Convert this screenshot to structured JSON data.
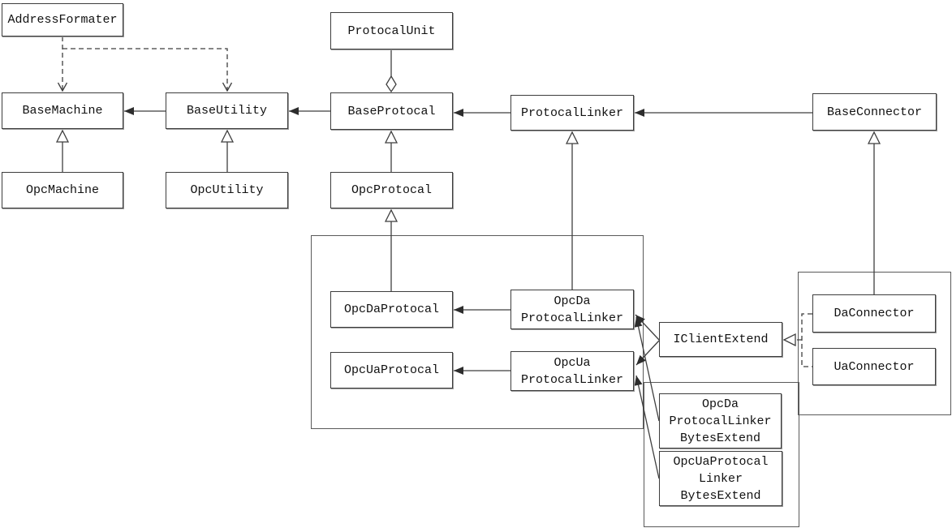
{
  "diagram": {
    "kind": "uml-class-diagram",
    "colors": {
      "background": "#ffffff",
      "box_border": "#3d3d3d",
      "box_shadow": "#9a9a9a",
      "line": "#3f3f3f",
      "text": "#111111"
    },
    "nodes": {
      "address_formater": {
        "label": "AddressFormater"
      },
      "protocal_unit": {
        "label": "ProtocalUnit"
      },
      "base_machine": {
        "label": "BaseMachine"
      },
      "base_utility": {
        "label": "BaseUtility"
      },
      "base_protocal": {
        "label": "BaseProtocal"
      },
      "protocal_linker": {
        "label": "ProtocalLinker"
      },
      "base_connector": {
        "label": "BaseConnector"
      },
      "opc_machine": {
        "label": "OpcMachine"
      },
      "opc_utility": {
        "label": "OpcUtility"
      },
      "opc_protocal": {
        "label": "OpcProtocal"
      },
      "opc_da_protocal": {
        "label": "OpcDaProtocal"
      },
      "opc_da_protocal_linker": {
        "label": "OpcDa\nProtocalLinker"
      },
      "opc_ua_protocal": {
        "label": "OpcUaProtocal"
      },
      "opc_ua_protocal_linker": {
        "label": "OpcUa\nProtocalLinker"
      },
      "i_client_extend": {
        "label": "IClientExtend"
      },
      "da_connector": {
        "label": "DaConnector"
      },
      "ua_connector": {
        "label": "UaConnector"
      },
      "opc_da_protocal_linker_bytes_extend": {
        "label": "OpcDa\nProtocalLinker\nBytesExtend"
      },
      "opc_ua_protocal_linker_bytes_extend": {
        "label": "OpcUaProtocal\nLinker\nBytesExtend"
      }
    },
    "edges": [
      {
        "from": "BaseUtility",
        "to": "BaseMachine",
        "type": "directed-association"
      },
      {
        "from": "BaseProtocal",
        "to": "BaseUtility",
        "type": "directed-association"
      },
      {
        "from": "ProtocalLinker",
        "to": "BaseProtocal",
        "type": "directed-association"
      },
      {
        "from": "BaseConnector",
        "to": "ProtocalLinker",
        "type": "directed-association"
      },
      {
        "from": "AddressFormater",
        "to": "BaseMachine",
        "type": "dashed-dependency"
      },
      {
        "from": "AddressFormater",
        "to": "BaseUtility",
        "type": "dashed-dependency"
      },
      {
        "from": "ProtocalUnit",
        "to": "BaseProtocal",
        "type": "aggregation-diamond"
      },
      {
        "from": "OpcMachine",
        "to": "BaseMachine",
        "type": "generalization"
      },
      {
        "from": "OpcUtility",
        "to": "BaseUtility",
        "type": "generalization"
      },
      {
        "from": "OpcProtocal",
        "to": "BaseProtocal",
        "type": "generalization"
      },
      {
        "from": "OpcDaProtocal",
        "to": "OpcProtocal",
        "type": "generalization"
      },
      {
        "from": "OpcDa ProtocalLinker",
        "to": "ProtocalLinker",
        "type": "generalization"
      },
      {
        "from": "DaConnector",
        "to": "BaseConnector",
        "type": "generalization"
      },
      {
        "from": "OpcDa ProtocalLinker",
        "to": "OpcDaProtocal",
        "type": "directed-association"
      },
      {
        "from": "OpcUa ProtocalLinker",
        "to": "OpcUaProtocal",
        "type": "directed-association"
      },
      {
        "from": "IClientExtend",
        "to": "OpcDa ProtocalLinker",
        "type": "directed-association"
      },
      {
        "from": "IClientExtend",
        "to": "OpcUa ProtocalLinker",
        "type": "directed-association"
      },
      {
        "from": "OpcDa ProtocalLinker BytesExtend",
        "to": "OpcDa ProtocalLinker",
        "type": "directed-association"
      },
      {
        "from": "OpcUa ProtocalLinker BytesExtend",
        "to": "OpcUa ProtocalLinker",
        "type": "directed-association"
      },
      {
        "from": "DaConnector / UaConnector",
        "to": "IClientExtend",
        "type": "dashed-realization"
      }
    ],
    "groups": [
      "opc-protocal-linker-group",
      "connector-group",
      "bytes-extend-group"
    ]
  }
}
